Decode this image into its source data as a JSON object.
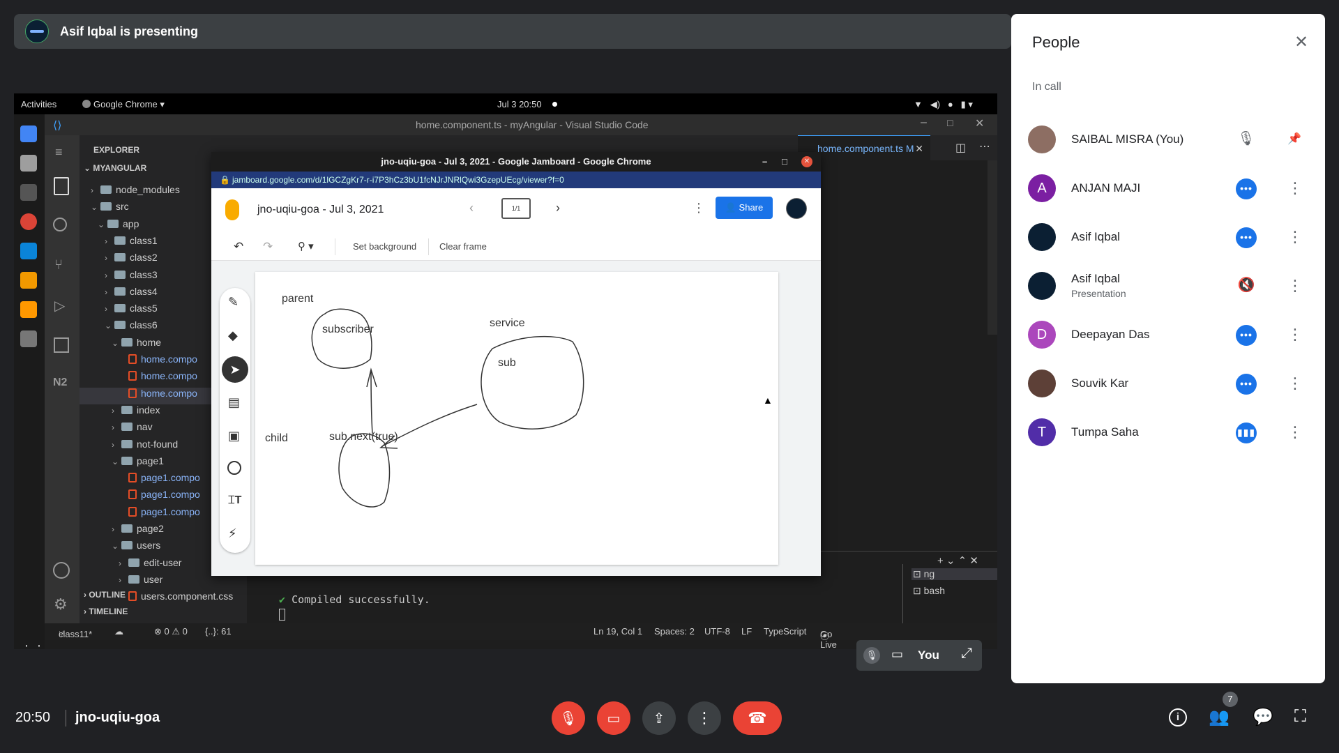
{
  "presenting_banner": {
    "title": "Asif Iqbal is presenting"
  },
  "desktop": {
    "activities": "Activities",
    "app_menu": "Google Chrome ▾",
    "clock": "Jul 3  20:50"
  },
  "vscode": {
    "window_title": "home.component.ts - myAngular - Visual Studio Code",
    "explorer_label": "EXPLORER",
    "project": "MYANGULAR",
    "tree": [
      {
        "label": "node_modules",
        "indent": 1,
        "chev": ">",
        "kind": "folder"
      },
      {
        "label": "src",
        "indent": 1,
        "chev": "v",
        "kind": "folder"
      },
      {
        "label": "app",
        "indent": 2,
        "chev": "v",
        "kind": "folder"
      },
      {
        "label": "class1",
        "indent": 3,
        "chev": ">",
        "kind": "folder"
      },
      {
        "label": "class2",
        "indent": 3,
        "chev": ">",
        "kind": "folder"
      },
      {
        "label": "class3",
        "indent": 3,
        "chev": ">",
        "kind": "folder"
      },
      {
        "label": "class4",
        "indent": 3,
        "chev": ">",
        "kind": "folder"
      },
      {
        "label": "class5",
        "indent": 3,
        "chev": ">",
        "kind": "folder"
      },
      {
        "label": "class6",
        "indent": 3,
        "chev": "v",
        "kind": "folder"
      },
      {
        "label": "home",
        "indent": 4,
        "chev": "v",
        "kind": "folder"
      },
      {
        "label": "home.compo",
        "indent": 5,
        "chev": "",
        "kind": "file"
      },
      {
        "label": "home.compo",
        "indent": 5,
        "chev": "",
        "kind": "file"
      },
      {
        "label": "home.compo",
        "indent": 5,
        "chev": "",
        "kind": "file"
      },
      {
        "label": "index",
        "indent": 4,
        "chev": ">",
        "kind": "folder"
      },
      {
        "label": "nav",
        "indent": 4,
        "chev": ">",
        "kind": "folder"
      },
      {
        "label": "not-found",
        "indent": 4,
        "chev": ">",
        "kind": "folder"
      },
      {
        "label": "page1",
        "indent": 4,
        "chev": "v",
        "kind": "folder"
      },
      {
        "label": "page1.compo",
        "indent": 5,
        "chev": "",
        "kind": "file"
      },
      {
        "label": "page1.compo",
        "indent": 5,
        "chev": "",
        "kind": "file"
      },
      {
        "label": "page1.compo",
        "indent": 5,
        "chev": "",
        "kind": "file"
      },
      {
        "label": "page2",
        "indent": 4,
        "chev": ">",
        "kind": "folder"
      },
      {
        "label": "users",
        "indent": 4,
        "chev": "v",
        "kind": "folder"
      },
      {
        "label": "edit-user",
        "indent": 5,
        "chev": ">",
        "kind": "folder"
      },
      {
        "label": "user",
        "indent": 5,
        "chev": ">",
        "kind": "folder"
      },
      {
        "label": "users.component.css",
        "indent": 5,
        "chev": "",
        "kind": "file"
      }
    ],
    "outline": "OUTLINE",
    "timeline": "TIMELINE",
    "active_tab": "home.component.ts",
    "active_tab_badge": "M",
    "terminal_output": "Compiled successfully.",
    "terminal_sessions": [
      "ng",
      "bash"
    ],
    "status": {
      "branch": "class11*",
      "problems": "⊗ 0 ⚠ 0",
      "json": "{..}: 61",
      "position": "Ln 19, Col 1",
      "spaces": "Spaces: 2",
      "encoding": "UTF-8",
      "eol": "LF",
      "language": "TypeScript",
      "golive": "Go Live"
    }
  },
  "chrome": {
    "title": "jno-uqiu-goa - Jul 3, 2021 - Google Jamboard - Google Chrome",
    "url": "jamboard.google.com/d/1lGCZgKr7-r-i7P3hCz3bU1fcNJrJNRlQwi3GzepUEcg/viewer?f=0"
  },
  "jamboard": {
    "doc_title": "jno-uqiu-goa - Jul 3, 2021",
    "frame_indicator": "1/1",
    "share_label": "Share",
    "set_background": "Set background",
    "clear_frame": "Clear frame",
    "sketch_labels": {
      "parent": "parent",
      "subscriber": "subscriber",
      "service": "service",
      "sub": "sub",
      "child": "child",
      "subnext": "sub.next(true)"
    }
  },
  "people": {
    "title": "People",
    "in_call": "In call",
    "participants": [
      {
        "name": "SAIBAL MISRA (You)",
        "initial": "",
        "color": "#8d6e63",
        "status": "mic-off",
        "sub": ""
      },
      {
        "name": "ANJAN MAJI",
        "initial": "A",
        "color": "#7b1fa2",
        "status": "bubble",
        "sub": ""
      },
      {
        "name": "Asif Iqbal",
        "initial": "",
        "color": "#0b1f33",
        "status": "bubble",
        "sub": ""
      },
      {
        "name": "Asif Iqbal",
        "initial": "",
        "color": "#0b1f33",
        "status": "volume-off",
        "sub": "Presentation"
      },
      {
        "name": "Deepayan Das",
        "initial": "D",
        "color": "#ab47bc",
        "status": "bubble",
        "sub": ""
      },
      {
        "name": "Souvik Kar",
        "initial": "",
        "color": "#5d4037",
        "status": "bubble",
        "sub": ""
      },
      {
        "name": "Tumpa Saha",
        "initial": "T",
        "color": "#512da8",
        "status": "speaking",
        "sub": ""
      }
    ]
  },
  "self_tile": {
    "label": "You"
  },
  "meeting": {
    "time": "20:50",
    "code": "jno-uqiu-goa",
    "people_count": "7"
  },
  "colors": {
    "end_call": "#ea4335",
    "accent": "#1a73e8"
  }
}
